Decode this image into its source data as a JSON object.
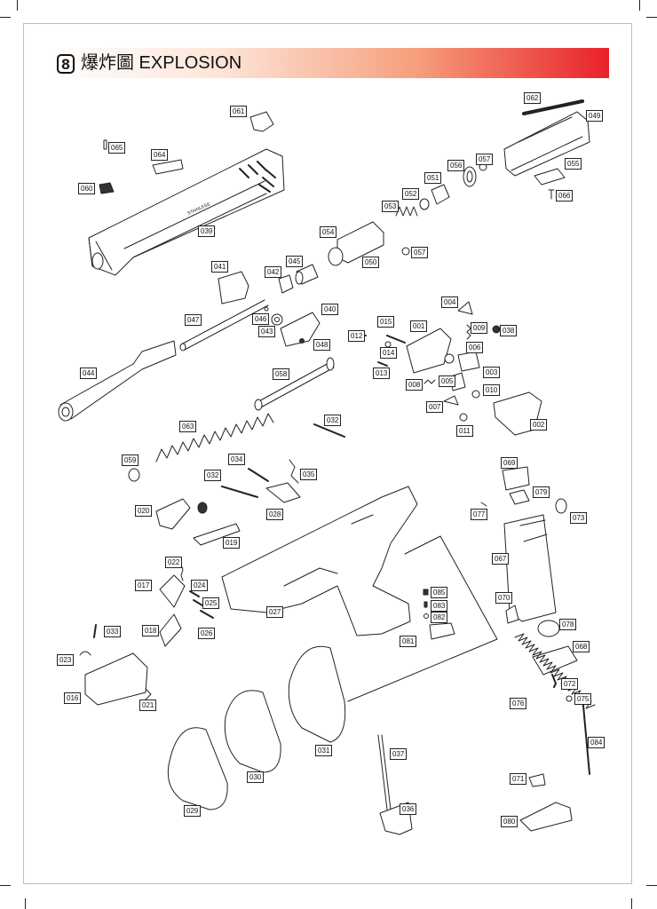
{
  "header": {
    "section_number": "8",
    "title": "爆炸圖 EXPLOSION",
    "accent_color": "#e9212a"
  },
  "slide_engraving": "STAINLESS",
  "labels": {
    "p001": "001",
    "p002": "002",
    "p003": "003",
    "p004": "004",
    "p005": "005",
    "p006": "006",
    "p007": "007",
    "p008": "008",
    "p009": "009",
    "p010": "010",
    "p011": "011",
    "p012": "012",
    "p013": "013",
    "p014": "014",
    "p015": "015",
    "p016": "016",
    "p017": "017",
    "p018": "018",
    "p019": "019",
    "p020": "020",
    "p021": "021",
    "p022": "022",
    "p023": "023",
    "p024": "024",
    "p025": "025",
    "p026": "026",
    "p027": "027",
    "p028": "028",
    "p029": "029",
    "p030": "030",
    "p031": "031",
    "p032a": "032",
    "p032b": "032",
    "p033": "033",
    "p034": "034",
    "p035": "035",
    "p036": "036",
    "p037": "037",
    "p038": "038",
    "p039": "039",
    "p040": "040",
    "p041": "041",
    "p042": "042",
    "p043": "043",
    "p044": "044",
    "p045": "045",
    "p046": "046",
    "p047": "047",
    "p048": "048",
    "p049": "049",
    "p050": "050",
    "p051": "051",
    "p052": "052",
    "p053": "053",
    "p054": "054",
    "p055": "055",
    "p056": "056",
    "p057a": "057",
    "p057b": "057",
    "p058": "058",
    "p059": "059",
    "p060": "060",
    "p061": "061",
    "p062": "062",
    "p063": "063",
    "p064": "064",
    "p065": "065",
    "p066": "066",
    "p067": "067",
    "p068": "068",
    "p069": "069",
    "p070": "070",
    "p071": "071",
    "p072": "072",
    "p073": "073",
    "p075": "075",
    "p076": "076",
    "p077": "077",
    "p078": "078",
    "p079": "079",
    "p080": "080",
    "p081": "081",
    "p082": "082",
    "p083": "083",
    "p084": "084",
    "p085": "085"
  }
}
